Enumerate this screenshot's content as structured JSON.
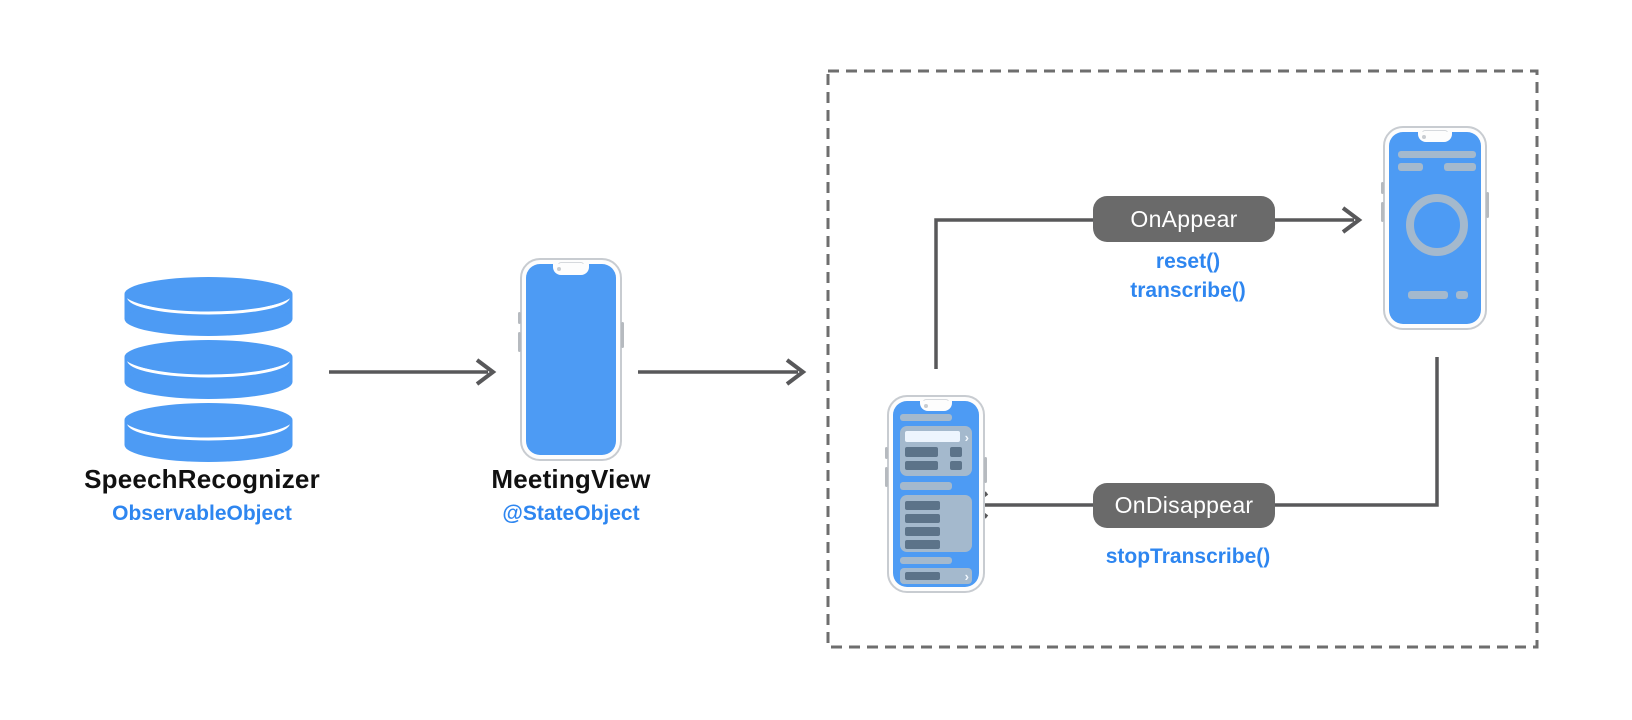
{
  "diagram": {
    "type": "swiftui-lifecycle-diagram",
    "nodes": {
      "speech_recognizer": {
        "title": "SpeechRecognizer",
        "subtitle": "ObservableObject",
        "icon": "database-icon"
      },
      "meeting_view": {
        "title": "MeetingView",
        "subtitle": "@StateObject",
        "icon": "phone-icon"
      }
    },
    "lifecycle": {
      "on_appear": {
        "label": "OnAppear",
        "methods": [
          "reset()",
          "transcribe()"
        ]
      },
      "on_disappear": {
        "label": "OnDisappear",
        "methods": [
          "stopTranscribe()"
        ]
      }
    },
    "colors": {
      "accent_blue": "#4D9BF4",
      "label_blue": "#2E86F0",
      "title_black": "#111111",
      "pill_gray": "#6A6A6A",
      "arrow_gray": "#58585A",
      "dashed_border": "#6E6E6E",
      "screen_ui_light": "#A4B9CD",
      "screen_ui_dark": "#5C7389",
      "screen_ui_white": "#EDF5FE"
    }
  }
}
